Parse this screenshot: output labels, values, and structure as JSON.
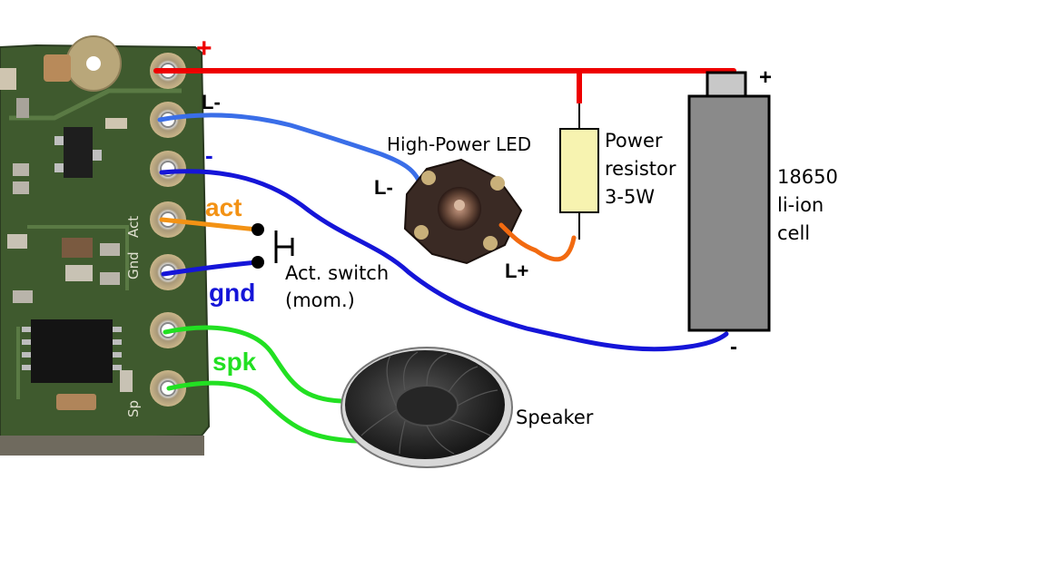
{
  "board": {
    "silkscreen": [
      "Gnd",
      "Act",
      "Sp"
    ]
  },
  "wires": {
    "plus": "+",
    "l_minus": "L-",
    "minus": "-",
    "act": "act",
    "gnd": "gnd",
    "spk": "spk"
  },
  "led": {
    "title": "High-Power LED",
    "l_minus": "L-",
    "l_plus": "L+"
  },
  "resistor": {
    "line1": "Power",
    "line2": "resistor",
    "line3": "3-5W"
  },
  "battery": {
    "plus": "+",
    "minus": "-",
    "line1": "18650",
    "line2": "li-ion",
    "line3": "cell"
  },
  "switch": {
    "line1": "Act. switch",
    "line2": "(mom.)"
  },
  "speaker": {
    "label": "Speaker"
  },
  "colors": {
    "red": "#ee0000",
    "blue": "#1515d8",
    "blue_light": "#3a6ee8",
    "orange": "#f39214",
    "orange_wire": "#f26a10",
    "green": "#22e022",
    "board_green": "#3f5a2e",
    "pad_gold": "#c9b07a",
    "battery_body": "#8a8a8a",
    "resistor_fill": "#f7f3b0"
  }
}
